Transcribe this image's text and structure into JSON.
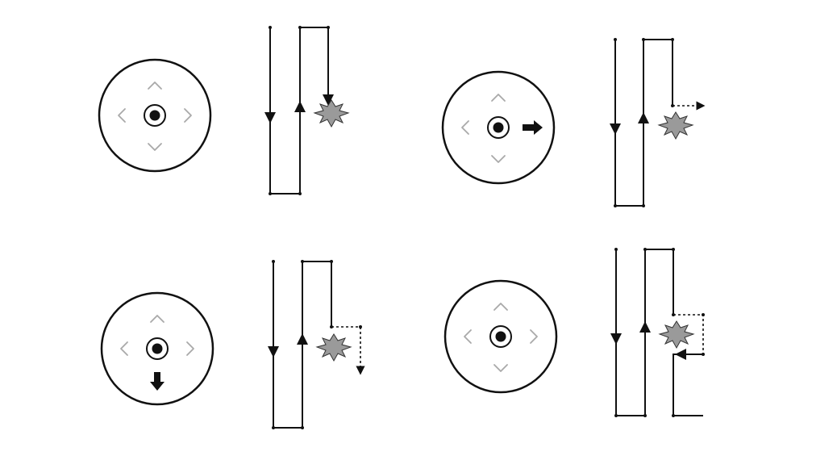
{
  "figure": {
    "panels": [
      {
        "id": "panel-1",
        "joystick_input": "none",
        "outcome": "collision"
      },
      {
        "id": "panel-2",
        "joystick_input": "right",
        "outcome": "deflect-right"
      },
      {
        "id": "panel-3",
        "joystick_input": "down",
        "outcome": "deflect-down"
      },
      {
        "id": "panel-4",
        "joystick_input": "none",
        "outcome": "reroute"
      }
    ],
    "colors": {
      "ink": "#111111",
      "chevrons": "#a9a9a9",
      "collision_burst": "#9a9a9a"
    },
    "icons": [
      "joystick-icon",
      "chevron-up-icon",
      "chevron-down-icon",
      "chevron-left-icon",
      "chevron-right-icon",
      "collision-burst-icon",
      "arrow-right-icon",
      "arrow-down-icon"
    ]
  }
}
